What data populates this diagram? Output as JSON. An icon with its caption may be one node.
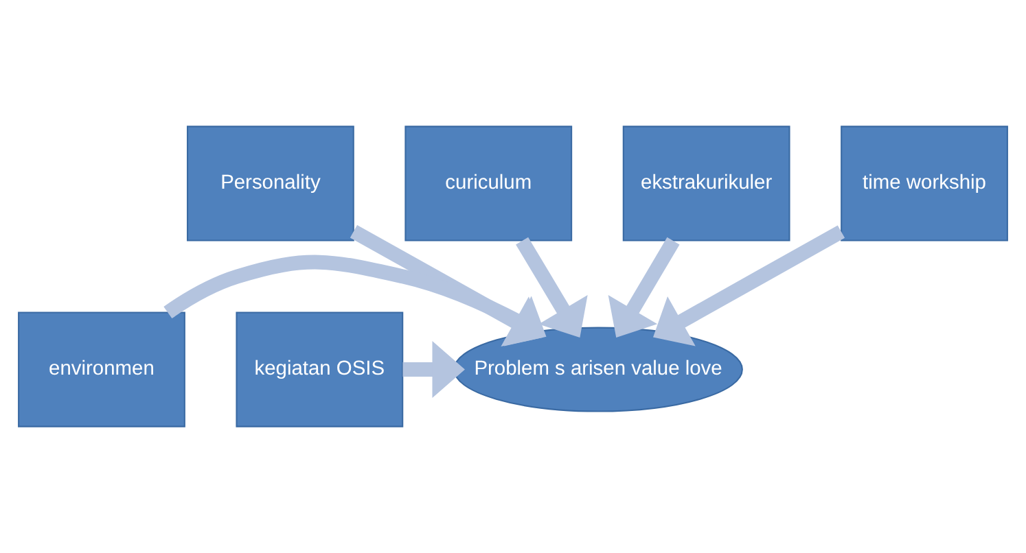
{
  "diagram": {
    "nodes": [
      {
        "text": [
          "Personality"
        ]
      },
      {
        "text": [
          "curiculum"
        ]
      },
      {
        "text": [
          "ekstrakurikuler"
        ]
      },
      {
        "text": [
          "time workship"
        ]
      },
      {
        "text": [
          "environmen"
        ]
      },
      {
        "text": [
          "kegiatan OSIS"
        ]
      },
      {
        "text": [
          "Problem s arisen value love"
        ]
      }
    ],
    "edges": [
      {
        "from": 0,
        "to": 6,
        "arrow": "to"
      },
      {
        "from": 1,
        "to": 6,
        "arrow": "to"
      },
      {
        "from": 2,
        "to": 6,
        "arrow": "to"
      },
      {
        "from": 3,
        "to": 6,
        "arrow": "to"
      },
      {
        "from": 4,
        "to": 6,
        "arrow": "to"
      },
      {
        "from": 5,
        "to": 6,
        "arrow": "to"
      }
    ]
  }
}
